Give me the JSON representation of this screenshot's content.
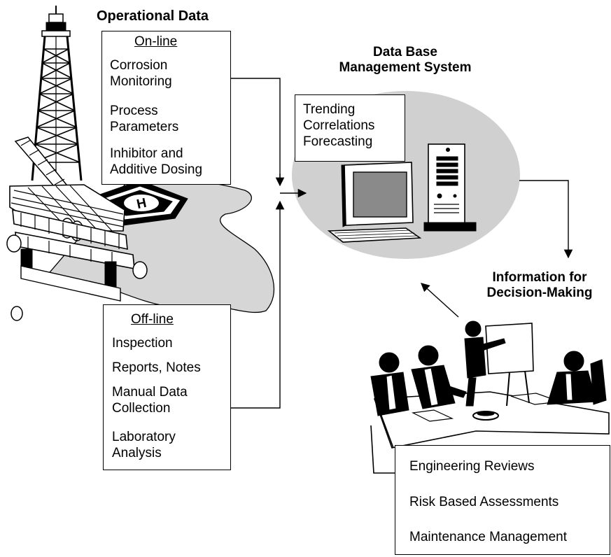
{
  "titles": {
    "operational_data": "Operational Data",
    "dbms_line1": "Data Base",
    "dbms_line2": "Management System",
    "info_line1": "Information for",
    "info_line2": "Decision-Making"
  },
  "online_box": {
    "heading": "On-line",
    "items": [
      [
        "Corrosion",
        "Monitoring"
      ],
      [
        "Process",
        "Parameters"
      ],
      [
        "Inhibitor and",
        "Additive Dosing"
      ]
    ]
  },
  "offline_box": {
    "heading": "Off-line",
    "items": [
      [
        "Inspection"
      ],
      [
        "Reports, Notes"
      ],
      [
        "Manual Data",
        "Collection"
      ],
      [
        "Laboratory",
        "Analysis"
      ]
    ]
  },
  "trending_box": {
    "items": [
      "Trending",
      "Correlations",
      "Forecasting"
    ]
  },
  "outcomes_box": {
    "items": [
      "Engineering Reviews",
      "Risk Based Assessments",
      "Maintenance Management"
    ]
  },
  "colors": {
    "ellipse_fill": "#d0d0d0",
    "sea_fill": "#d6d6d6",
    "screen_fill": "#8a8a8a",
    "line": "#000000"
  },
  "icons": {
    "helipad_letter": "H"
  }
}
